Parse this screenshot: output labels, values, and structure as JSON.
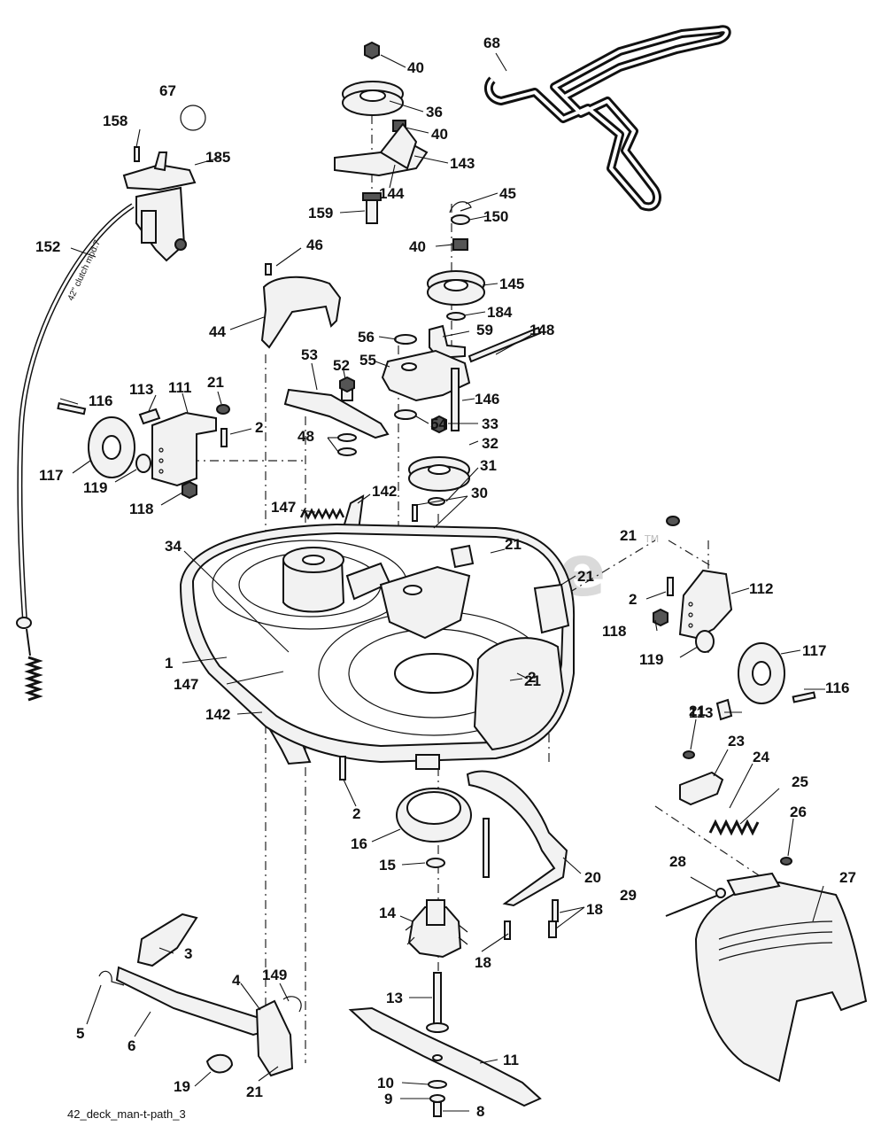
{
  "diagram": {
    "footer_label": "42_deck_man-t-path_3",
    "watermark": "PartsTree",
    "watermark_tm": "TM",
    "cable_text": "42\" clutch mod.7"
  },
  "callouts": [
    {
      "id": "c68",
      "label": "68"
    },
    {
      "id": "c40a",
      "label": "40"
    },
    {
      "id": "c36",
      "label": "36"
    },
    {
      "id": "c40b",
      "label": "40"
    },
    {
      "id": "c143",
      "label": "143"
    },
    {
      "id": "c144",
      "label": "144"
    },
    {
      "id": "c159",
      "label": "159"
    },
    {
      "id": "c45",
      "label": "45"
    },
    {
      "id": "c150",
      "label": "150"
    },
    {
      "id": "c40c",
      "label": "40"
    },
    {
      "id": "c145",
      "label": "145"
    },
    {
      "id": "c184",
      "label": "184"
    },
    {
      "id": "c67",
      "label": "67"
    },
    {
      "id": "c158",
      "label": "158"
    },
    {
      "id": "c185",
      "label": "185"
    },
    {
      "id": "c152",
      "label": "152"
    },
    {
      "id": "c46",
      "label": "46"
    },
    {
      "id": "c44",
      "label": "44"
    },
    {
      "id": "c56",
      "label": "56"
    },
    {
      "id": "c59",
      "label": "59"
    },
    {
      "id": "c148",
      "label": "148"
    },
    {
      "id": "c55",
      "label": "55"
    },
    {
      "id": "c53",
      "label": "53"
    },
    {
      "id": "c52",
      "label": "52"
    },
    {
      "id": "c146",
      "label": "146"
    },
    {
      "id": "c54",
      "label": "54"
    },
    {
      "id": "c33",
      "label": "33"
    },
    {
      "id": "c32",
      "label": "32"
    },
    {
      "id": "c31",
      "label": "31"
    },
    {
      "id": "c30",
      "label": "30"
    },
    {
      "id": "c116a",
      "label": "116"
    },
    {
      "id": "c113a",
      "label": "113"
    },
    {
      "id": "c111",
      "label": "111"
    },
    {
      "id": "c21a",
      "label": "21"
    },
    {
      "id": "c2a",
      "label": "2"
    },
    {
      "id": "c48",
      "label": "48"
    },
    {
      "id": "c117a",
      "label": "117"
    },
    {
      "id": "c119a",
      "label": "119"
    },
    {
      "id": "c118a",
      "label": "118"
    },
    {
      "id": "c147a",
      "label": "147"
    },
    {
      "id": "c142a",
      "label": "142"
    },
    {
      "id": "c21b",
      "label": "21"
    },
    {
      "id": "c21c",
      "label": "21"
    },
    {
      "id": "c21d",
      "label": "21"
    },
    {
      "id": "c34",
      "label": "34"
    },
    {
      "id": "c112",
      "label": "112"
    },
    {
      "id": "c2b",
      "label": "2"
    },
    {
      "id": "c118b",
      "label": "118"
    },
    {
      "id": "c119b",
      "label": "119"
    },
    {
      "id": "c117b",
      "label": "117"
    },
    {
      "id": "c113b",
      "label": "113"
    },
    {
      "id": "c116b",
      "label": "116"
    },
    {
      "id": "c1",
      "label": "1"
    },
    {
      "id": "c147b",
      "label": "147"
    },
    {
      "id": "c2c",
      "label": "2"
    },
    {
      "id": "c21e",
      "label": "21"
    },
    {
      "id": "c142b",
      "label": "142"
    },
    {
      "id": "c21f",
      "label": "21"
    },
    {
      "id": "c23",
      "label": "23"
    },
    {
      "id": "c24",
      "label": "24"
    },
    {
      "id": "c25",
      "label": "25"
    },
    {
      "id": "c26",
      "label": "26"
    },
    {
      "id": "c2d",
      "label": "2"
    },
    {
      "id": "c16",
      "label": "16"
    },
    {
      "id": "c15",
      "label": "15"
    },
    {
      "id": "c20",
      "label": "20"
    },
    {
      "id": "c14",
      "label": "14"
    },
    {
      "id": "c18a",
      "label": "18"
    },
    {
      "id": "c18b",
      "label": "18"
    },
    {
      "id": "c28",
      "label": "28"
    },
    {
      "id": "c29",
      "label": "29"
    },
    {
      "id": "c27",
      "label": "27"
    },
    {
      "id": "c3",
      "label": "3"
    },
    {
      "id": "c4",
      "label": "4"
    },
    {
      "id": "c149",
      "label": "149"
    },
    {
      "id": "c5",
      "label": "5"
    },
    {
      "id": "c6",
      "label": "6"
    },
    {
      "id": "c13",
      "label": "13"
    },
    {
      "id": "c11",
      "label": "11"
    },
    {
      "id": "c19",
      "label": "19"
    },
    {
      "id": "c21g",
      "label": "21"
    },
    {
      "id": "c10",
      "label": "10"
    },
    {
      "id": "c9",
      "label": "9"
    },
    {
      "id": "c8",
      "label": "8"
    }
  ]
}
